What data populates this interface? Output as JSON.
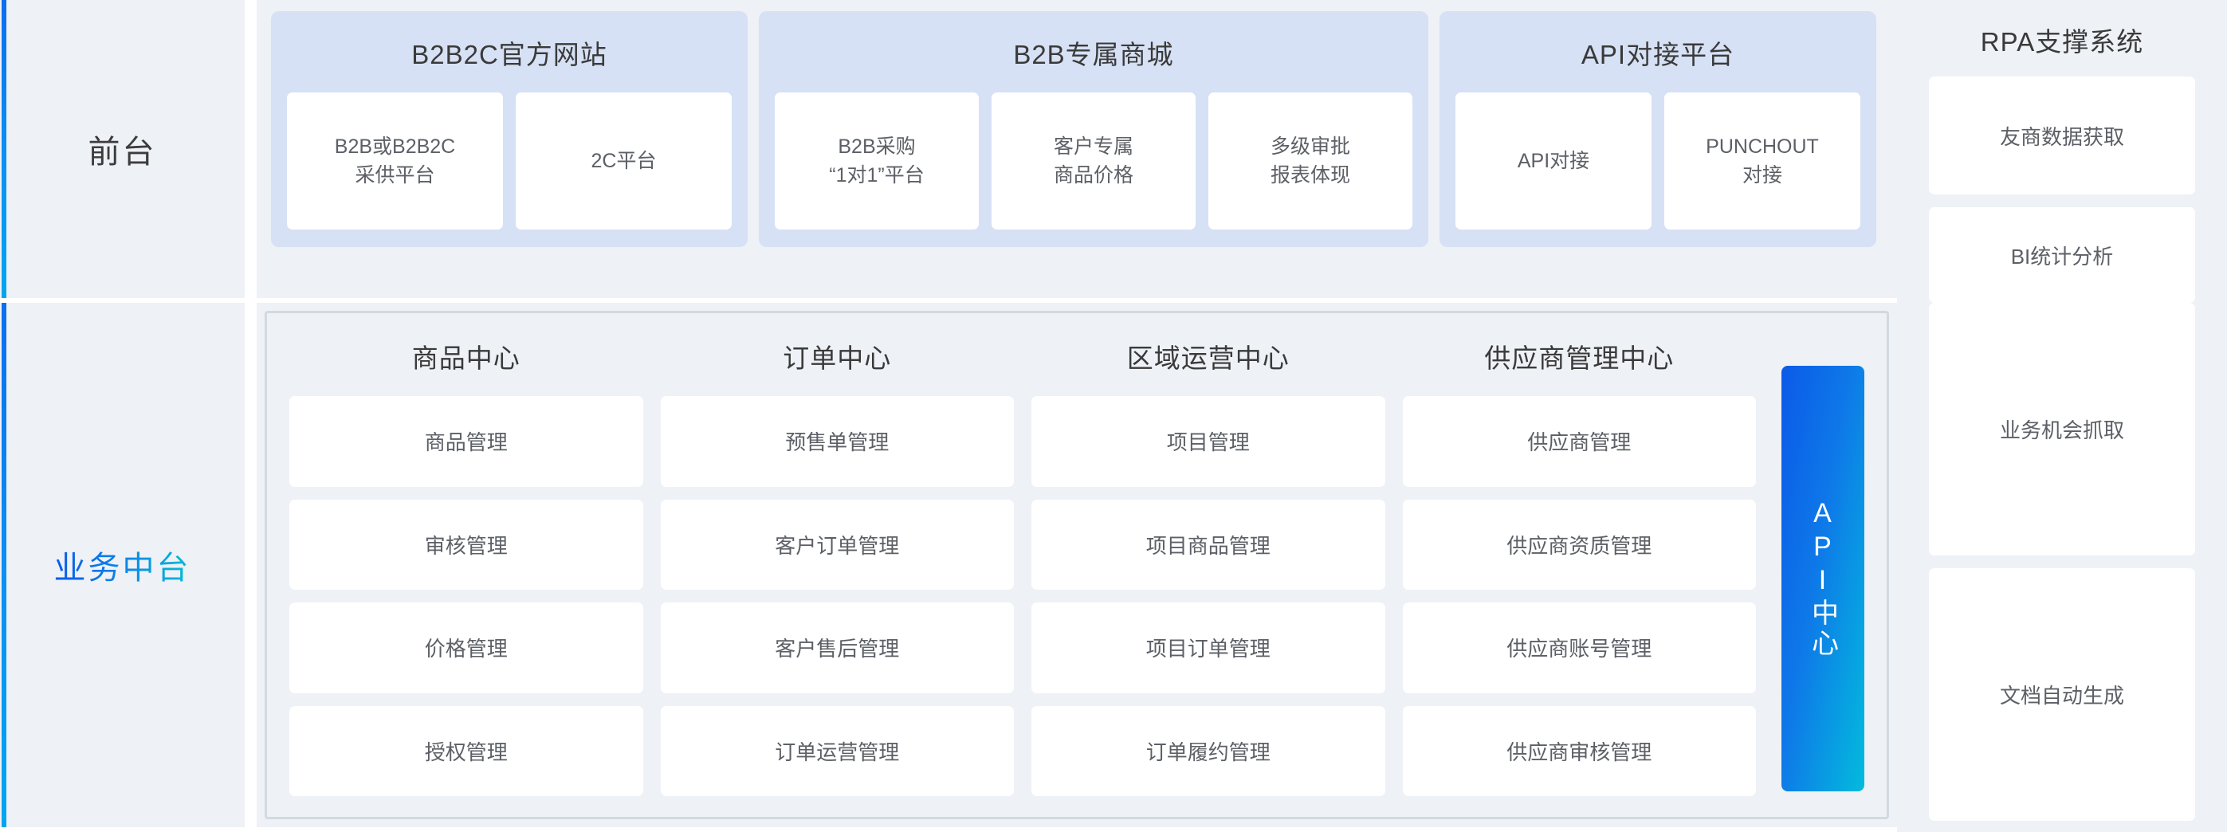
{
  "rails": {
    "front": "前台",
    "middle": "业务中台"
  },
  "front_stage": {
    "groups": [
      {
        "title": "B2B2C官方网站",
        "cards": [
          "B2B或B2B2C\n采供平台",
          "2C平台"
        ]
      },
      {
        "title": "B2B专属商城",
        "cards": [
          "B2B采购\n“1对1”平台",
          "客户专属\n商品价格",
          "多级审批\n报表体现"
        ]
      },
      {
        "title": "API对接平台",
        "cards": [
          "API对接",
          "PUNCHOUT\n对接"
        ]
      }
    ]
  },
  "rpa": {
    "title": "RPA支撑系统",
    "cards": [
      "友商数据获取",
      "BI统计分析",
      "业务机会抓取",
      "文档自动生成"
    ]
  },
  "middle_platform": {
    "columns": [
      {
        "title": "商品中心",
        "items": [
          "商品管理",
          "审核管理",
          "价格管理",
          "授权管理"
        ]
      },
      {
        "title": "订单中心",
        "items": [
          "预售单管理",
          "客户订单管理",
          "客户售后管理",
          "订单运营管理"
        ]
      },
      {
        "title": "区域运营中心",
        "items": [
          "项目管理",
          "项目商品管理",
          "项目订单管理",
          "订单履约管理"
        ]
      },
      {
        "title": "供应商管理中心",
        "items": [
          "供应商管理",
          "供应商资质管理",
          "供应商账号管理",
          "供应商审核管理"
        ]
      }
    ],
    "api_center": "API中心"
  },
  "colors": {
    "page_bg": "#ffffff",
    "panel_bg": "#eef1f6",
    "group_header_bg": "#d7e1f5",
    "card_bg": "#ffffff",
    "text_dark": "#3a3a3a",
    "text_muted": "#5c6066",
    "accent_blue": "#0b5ae8",
    "accent_cyan": "#03bbdd",
    "border_gray": "#d3d9e0"
  }
}
